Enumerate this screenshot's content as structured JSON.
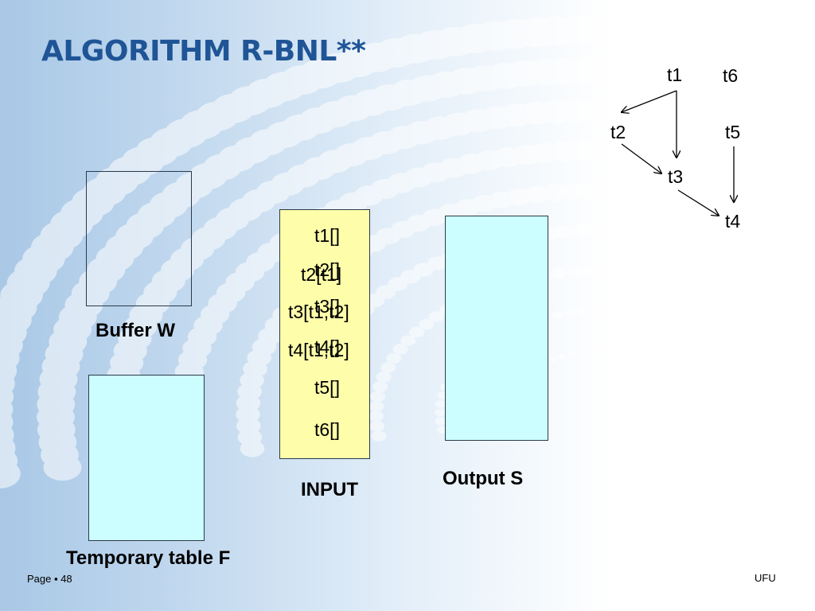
{
  "slide": {
    "title": "ALGORITHM R-BNL**",
    "buffer_label": "Buffer W",
    "temp_label": "Temporary table F",
    "input_label": "INPUT",
    "output_label": "Output S",
    "input_items": [
      "t1[]",
      "t2[]",
      "t3[]",
      "t4[]",
      "t5[]",
      "t6[]"
    ],
    "overlay_items": [
      "t2[t1]",
      "t3[t1,t2]",
      "t4[t1,t2]"
    ]
  },
  "graph": {
    "nodes": [
      "t1",
      "t6",
      "t2",
      "t5",
      "t3",
      "t4"
    ],
    "edges": [
      [
        "t1",
        "t2"
      ],
      [
        "t1",
        "t3"
      ],
      [
        "t2",
        "t3"
      ],
      [
        "t3",
        "t4"
      ],
      [
        "t5",
        "t4"
      ]
    ]
  },
  "footer": {
    "page": "Page ▪ 48",
    "org": "UFU"
  }
}
